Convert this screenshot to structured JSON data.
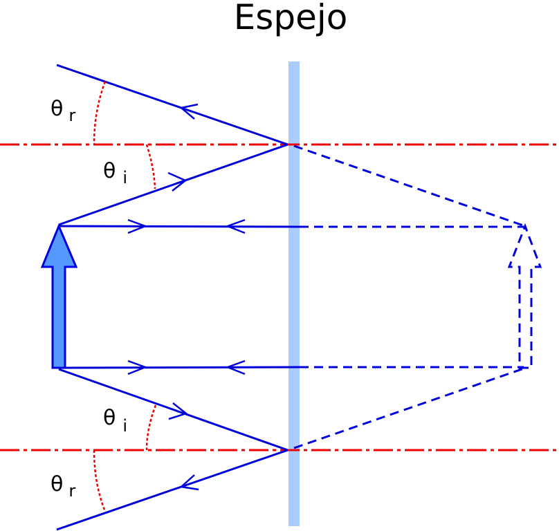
{
  "diagram": {
    "title": "Espejo",
    "angle_labels": [
      {
        "symbol": "θ",
        "subscript": "r"
      },
      {
        "symbol": "θ",
        "subscript": "i"
      },
      {
        "symbol": "θ",
        "subscript": "i"
      },
      {
        "symbol": "θ",
        "subscript": "r"
      }
    ],
    "colors": {
      "mirror": "#aaccff",
      "rays": "#0000dd",
      "normals": "#ee0000",
      "object_fill": "#5599ff",
      "text": "#000000"
    }
  }
}
